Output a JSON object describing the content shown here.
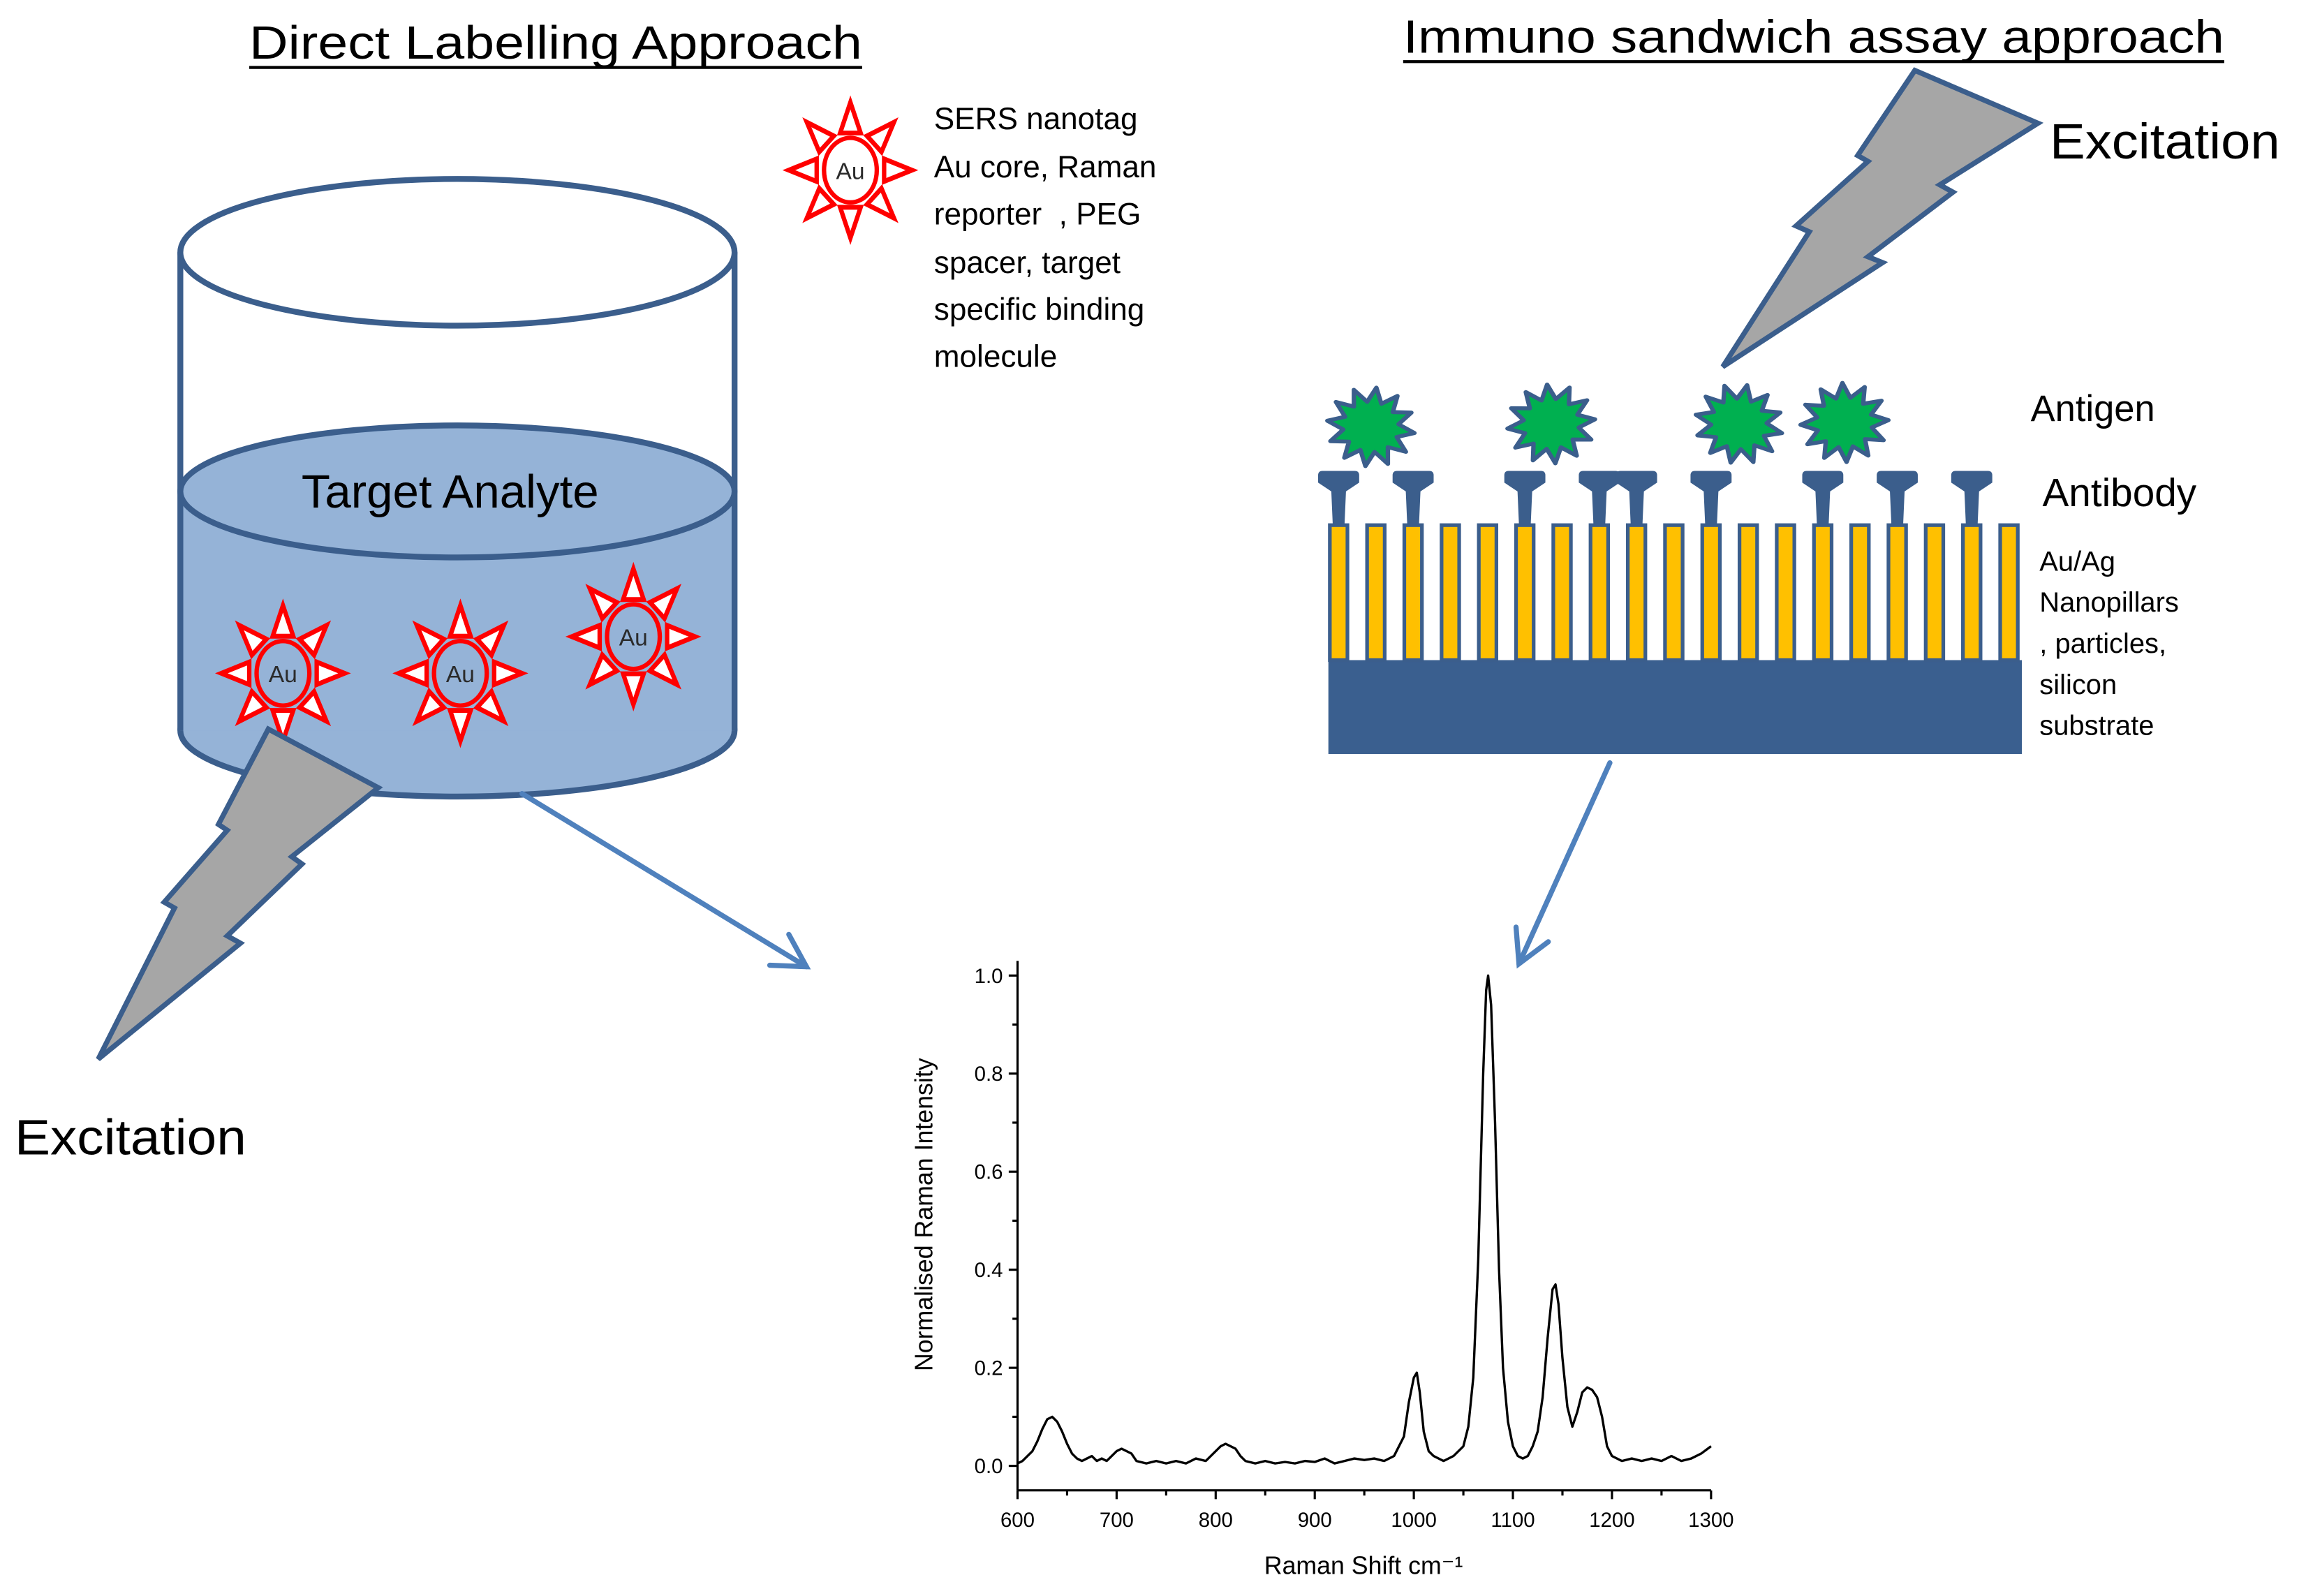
{
  "left_panel": {
    "title": "Direct Labelling Approach",
    "container_label": "Target Analyte",
    "nanotag_label": "Au",
    "excitation_label": "Excitation"
  },
  "legend": {
    "icon_label": "Au",
    "lines": [
      "SERS nanotag",
      "Au core, Raman",
      "reporter  , PEG",
      "spacer, target",
      "specific binding",
      "molecule"
    ]
  },
  "right_panel": {
    "title": "Immuno sandwich assay approach",
    "excitation_label": "Excitation",
    "antigen_label": "Antigen",
    "antibody_label": "Antibody",
    "substrate_lines": [
      "Au/Ag",
      "Nanopillars",
      ", particles,",
      "silicon",
      "substrate"
    ]
  },
  "colors": {
    "outline": "#3b5e8c",
    "liquid": "#95b3d7",
    "nanotag": "#ff0000",
    "antigen": "#00b050",
    "nanopillar": "#ffc000",
    "substrate": "#3a5f8f",
    "excitation_bolt": "#a6a6a6",
    "arrow": "#4f81bd"
  },
  "chart_data": {
    "type": "line",
    "title": "",
    "xlabel": "Raman Shift cm⁻¹",
    "ylabel": "Normalised Raman Intensity",
    "xlim": [
      600,
      1300
    ],
    "ylim": [
      -0.05,
      1.03
    ],
    "xticks": [
      "600",
      "700",
      "800",
      "900",
      "1000",
      "1100",
      "1200",
      "1300"
    ],
    "yticks": [
      "0.0",
      "0.2",
      "0.4",
      "0.6",
      "0.8",
      "1.0"
    ],
    "grid": false,
    "legend": "none",
    "series": [
      {
        "x": [
          600,
          605,
          610,
          615,
          620,
          625,
          630,
          635,
          640,
          645,
          650,
          655,
          660,
          665,
          670,
          675,
          680,
          685,
          690,
          695,
          700,
          705,
          710,
          715,
          720,
          730,
          740,
          750,
          760,
          770,
          780,
          790,
          800,
          805,
          810,
          815,
          820,
          825,
          830,
          840,
          850,
          860,
          870,
          880,
          890,
          900,
          910,
          920,
          930,
          940,
          950,
          960,
          970,
          980,
          990,
          995,
          1000,
          1003,
          1006,
          1010,
          1015,
          1020,
          1030,
          1040,
          1050,
          1055,
          1060,
          1065,
          1070,
          1073,
          1075,
          1078,
          1082,
          1086,
          1090,
          1095,
          1100,
          1105,
          1110,
          1115,
          1120,
          1125,
          1130,
          1135,
          1140,
          1143,
          1146,
          1150,
          1155,
          1160,
          1165,
          1170,
          1175,
          1180,
          1185,
          1190,
          1195,
          1200,
          1210,
          1220,
          1230,
          1240,
          1250,
          1260,
          1270,
          1280,
          1290,
          1300
        ],
        "y": [
          0.005,
          0.01,
          0.02,
          0.03,
          0.05,
          0.075,
          0.095,
          0.1,
          0.09,
          0.07,
          0.045,
          0.025,
          0.015,
          0.01,
          0.015,
          0.02,
          0.01,
          0.015,
          0.01,
          0.02,
          0.03,
          0.035,
          0.03,
          0.025,
          0.01,
          0.005,
          0.01,
          0.005,
          0.01,
          0.005,
          0.015,
          0.01,
          0.03,
          0.04,
          0.045,
          0.04,
          0.035,
          0.02,
          0.01,
          0.005,
          0.01,
          0.005,
          0.008,
          0.005,
          0.01,
          0.008,
          0.015,
          0.005,
          0.01,
          0.015,
          0.012,
          0.015,
          0.01,
          0.02,
          0.06,
          0.13,
          0.18,
          0.19,
          0.15,
          0.07,
          0.03,
          0.02,
          0.01,
          0.02,
          0.04,
          0.08,
          0.18,
          0.42,
          0.8,
          0.97,
          1.0,
          0.94,
          0.7,
          0.4,
          0.2,
          0.09,
          0.04,
          0.02,
          0.015,
          0.02,
          0.04,
          0.07,
          0.14,
          0.26,
          0.36,
          0.37,
          0.33,
          0.22,
          0.12,
          0.08,
          0.11,
          0.15,
          0.16,
          0.155,
          0.14,
          0.1,
          0.04,
          0.02,
          0.01,
          0.015,
          0.01,
          0.015,
          0.01,
          0.02,
          0.01,
          0.015,
          0.025,
          0.04
        ]
      }
    ]
  }
}
